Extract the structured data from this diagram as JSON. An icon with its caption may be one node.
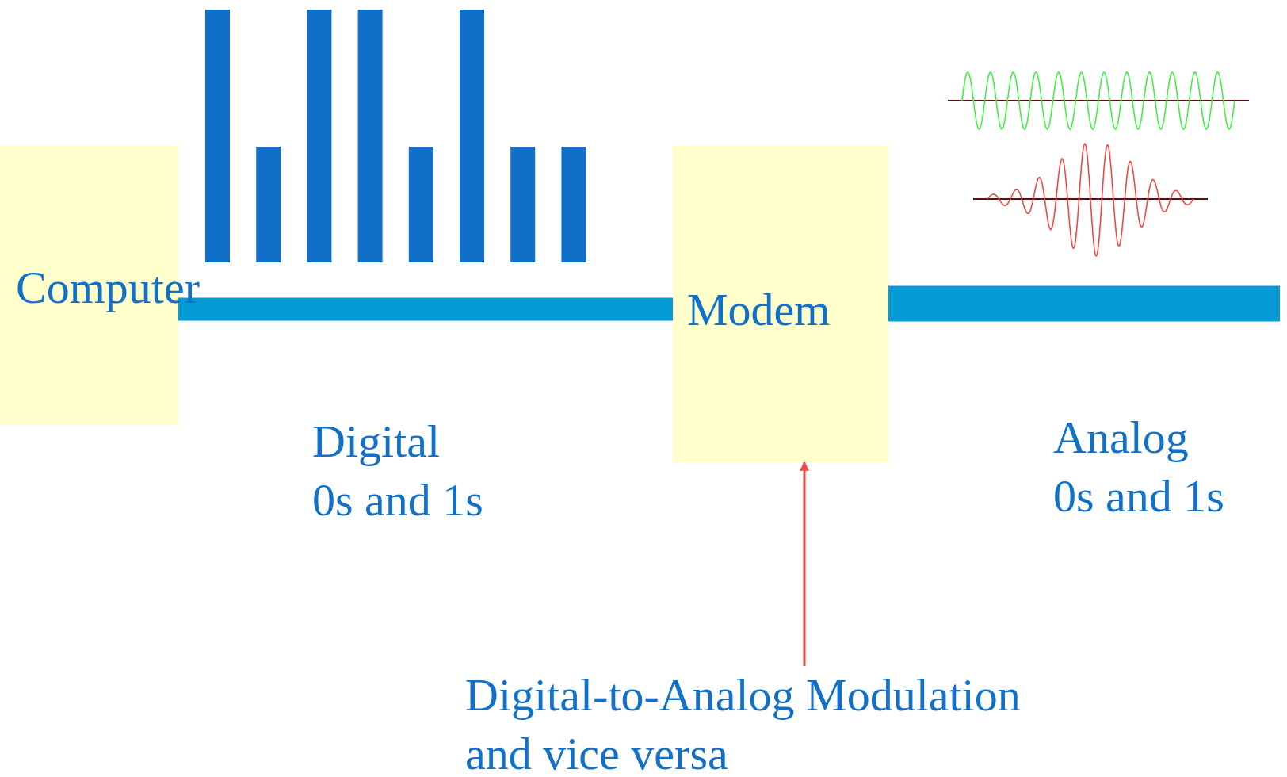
{
  "diagram": {
    "nodes": [
      {
        "text": [
          "Computer"
        ]
      },
      {
        "text": [
          "Modem"
        ]
      },
      {
        "text": [
          "Digital-to-Analog Modulation and vice versa"
        ]
      }
    ],
    "edges": [
      {
        "from": 0,
        "to": 1,
        "arrow": "none"
      },
      {
        "from": 1,
        "to": null,
        "arrow": "none"
      },
      {
        "from": 2,
        "to": 1,
        "arrow": "to",
        "color": "#f04848"
      }
    ],
    "labels": [
      "Digital",
      "0s and 1s",
      "Analog",
      "0s and 1s"
    ]
  }
}
